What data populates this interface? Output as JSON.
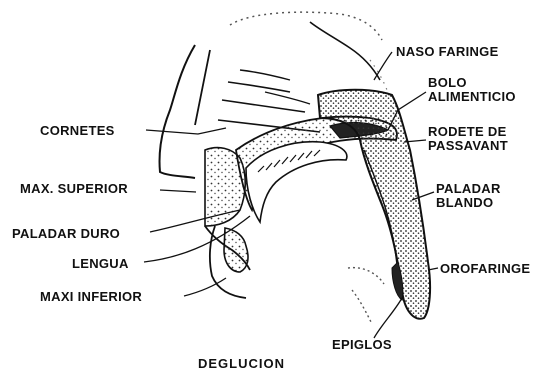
{
  "labels": {
    "naso_faringe": "NASO FARINGE",
    "bolo_1": "BOLO",
    "bolo_2": "ALIMENTICIO",
    "rodete_1": "RODETE DE",
    "rodete_2": "PASSAVANT",
    "paladar_blando_1": "PALADAR",
    "paladar_blando_2": "BLANDO",
    "orofaringe": "OROFARINGE",
    "epiglotis": "EPIGLOS",
    "cornetes": "CORNETES",
    "max_superior": "MAX. SUPERIOR",
    "paladar_duro": "PALADAR DURO",
    "lengua": "LENGUA",
    "maxi_inferior": "MAXI INFERIOR",
    "title": "DEGLUCION"
  },
  "colors": {
    "ink": "#111111",
    "paper": "#ffffff",
    "stipple": "#333333"
  }
}
